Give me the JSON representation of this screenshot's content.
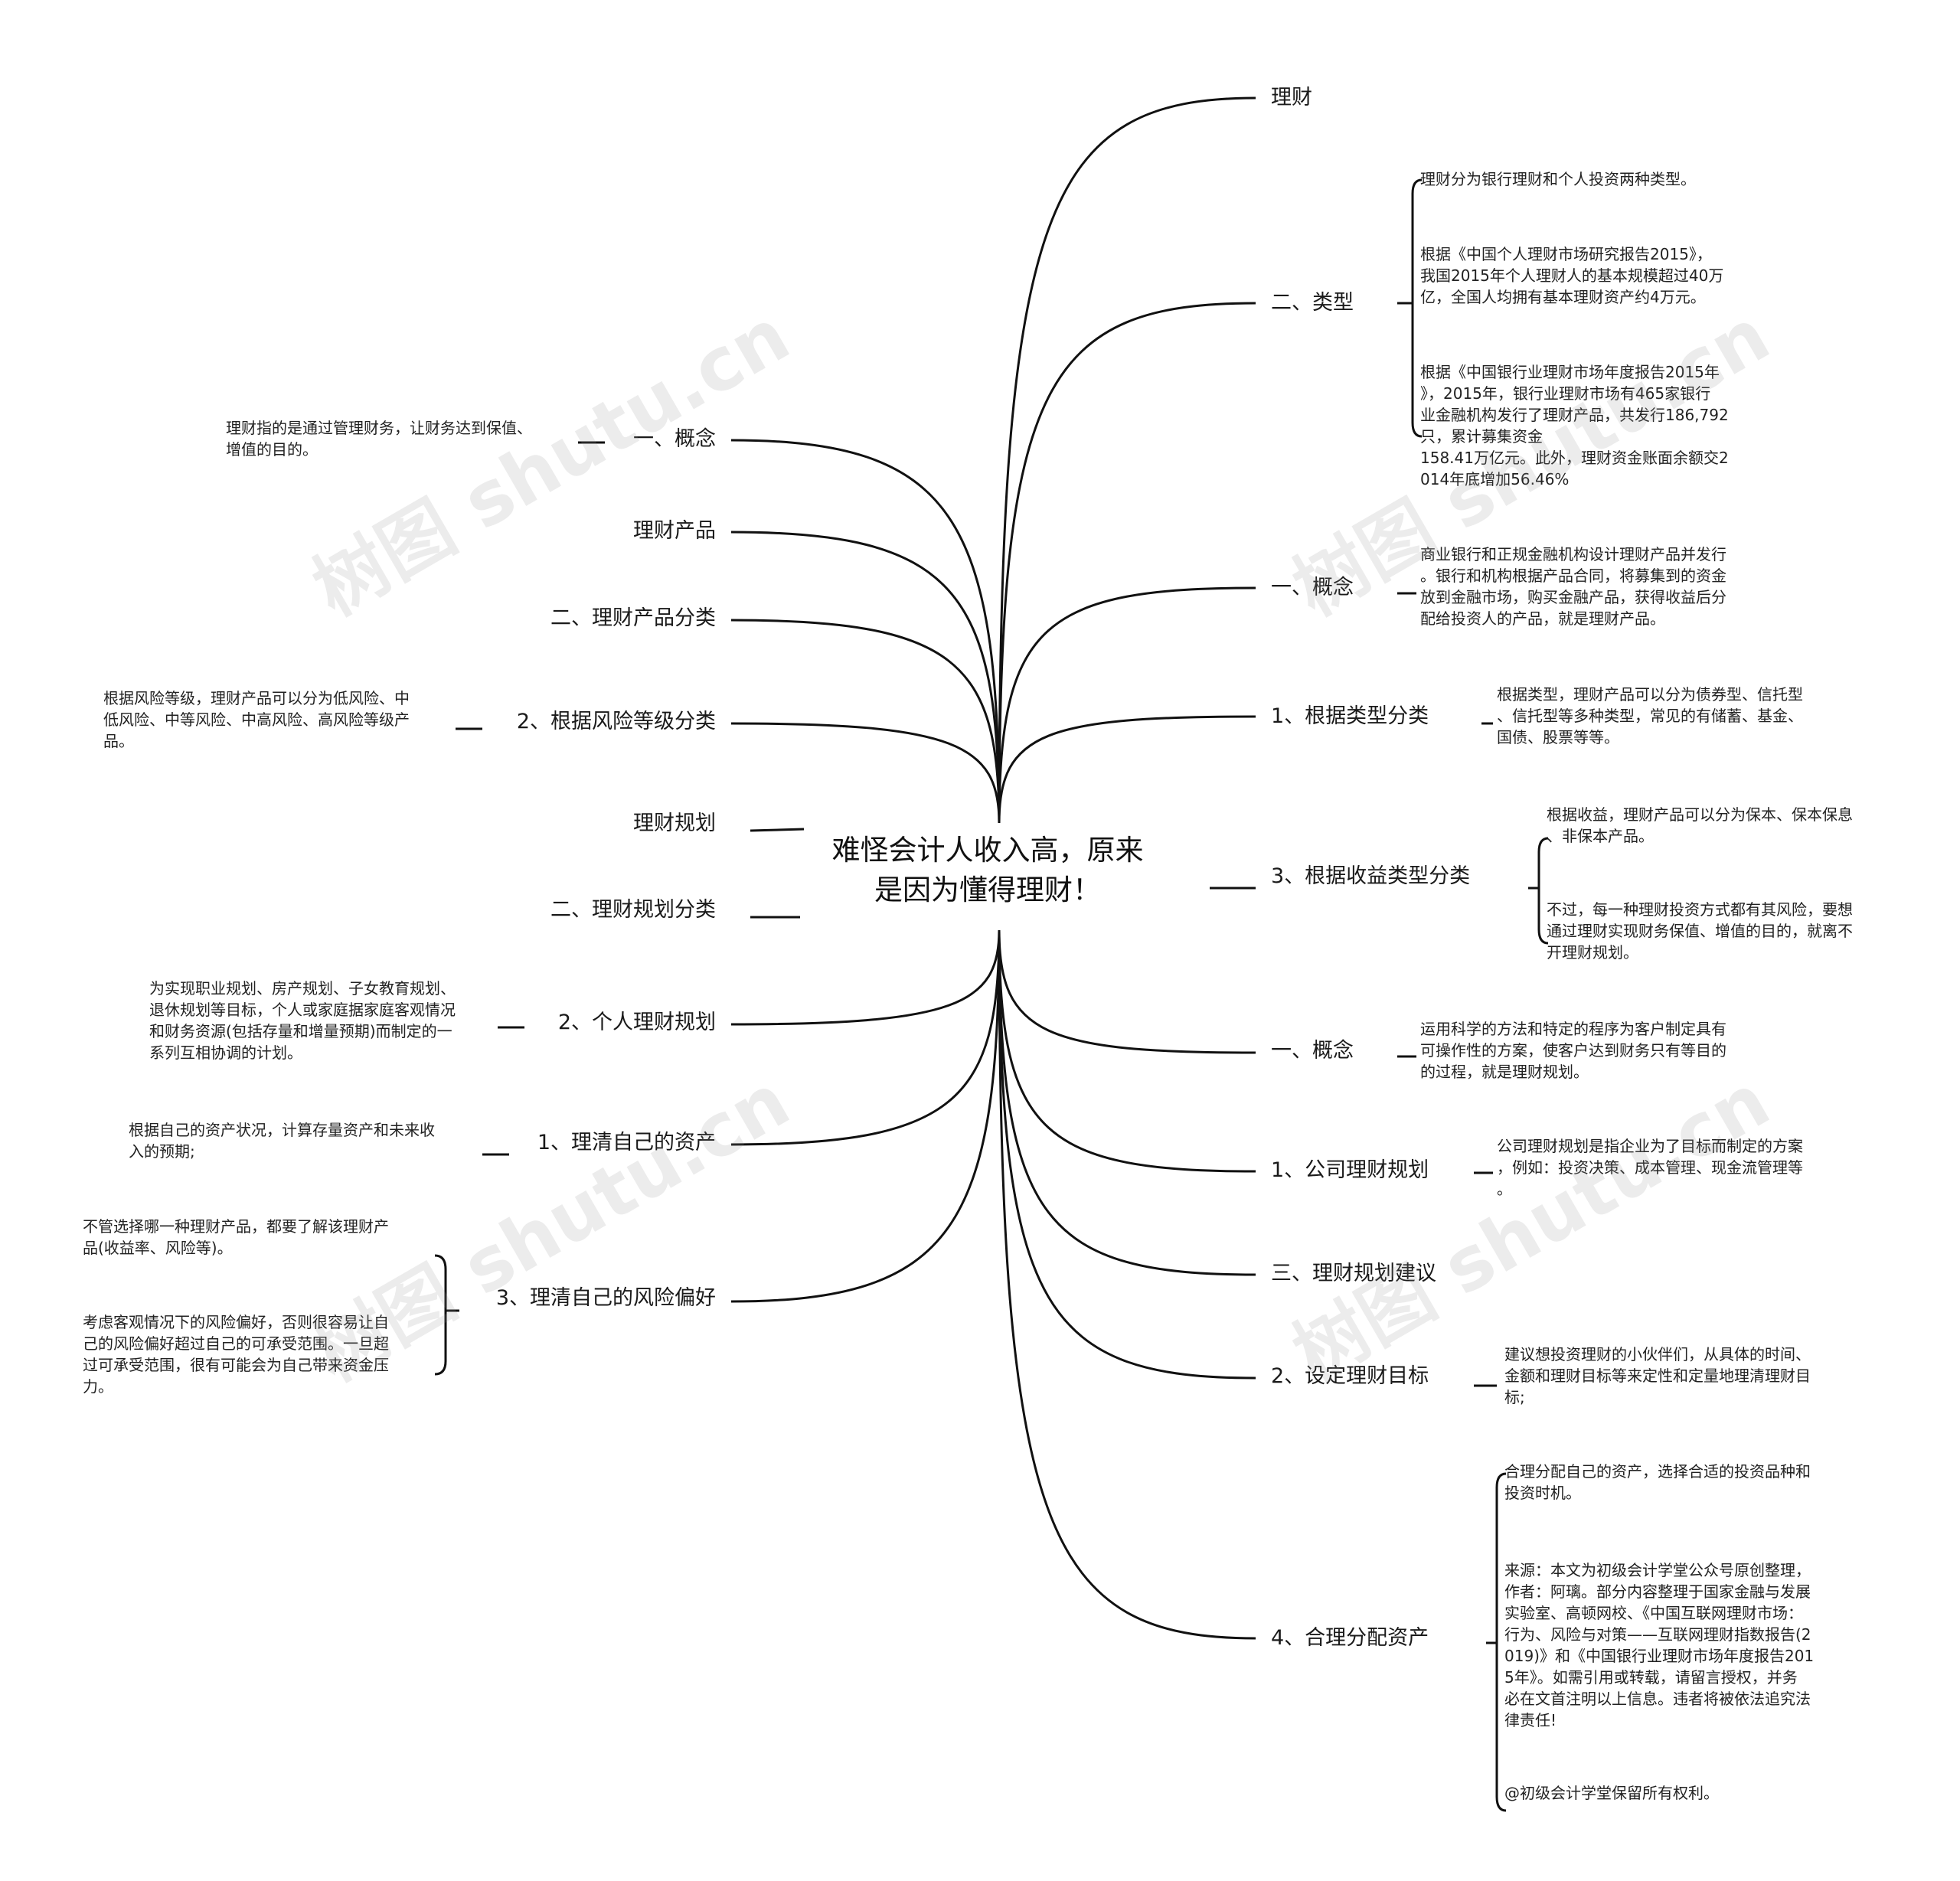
{
  "center": "难怪会计人收入高，原来\n是因为懂得理财！",
  "right": {
    "licai": "理财",
    "leixing": {
      "label": "二、类型",
      "notes": [
        "理财分为银行理财和个人投资两种类型。",
        "根据《中国个人理财市场研究报告2015》，\n我国2015年个人理财人的基本规模超过40万\n亿，全国人均拥有基本理财资产约4万元。",
        "根据《中国银行业理财市场年度报告2015年\n》，2015年，银行业理财市场有465家银行\n业金融机构发行了理财产品，共发行186,792\n只，累计募集资金\n158.41万亿元。此外，理财资金账面余额交2\n014年底增加56.46%"
      ]
    },
    "gainian1": {
      "label": "一、概念",
      "note": "商业银行和正规金融机构设计理财产品并发行\n。银行和机构根据产品合同，将募集到的资金\n放到金融市场，购买金融产品，获得收益后分\n配给投资人的产品，就是理财产品。"
    },
    "leixing_fenlei": {
      "label": "1、根据类型分类",
      "note": "根据类型，理财产品可以分为债券型、信托型\n、信托型等多种类型，常见的有储蓄、基金、\n国债、股票等等。"
    },
    "shouyi": {
      "label": "3、根据收益类型分类",
      "notes": [
        "根据收益，理财产品可以分为保本、保本保息\n、非保本产品。",
        "不过，每一种理财投资方式都有其风险，要想\n通过理财实现财务保值、增值的目的，就离不\n开理财规划。"
      ]
    },
    "gainian2": {
      "label": "一、概念",
      "note": "运用科学的方法和特定的程序为客户制定具有\n可操作性的方案，使客户达到财务只有等目的\n的过程，就是理财规划。"
    },
    "gongsi": {
      "label": "1、公司理财规划",
      "note": "公司理财规划是指企业为了目标而制定的方案\n，例如：投资决策、成本管理、现金流管理等\n。"
    },
    "jianyi": "三、理财规划建议",
    "mubiao": {
      "label": "2、设定理财目标",
      "note": "建议想投资理财的小伙伴们，从具体的时间、\n金额和理财目标等来定性和定量地理清理财目\n标;"
    },
    "fenpei": {
      "label": "4、合理分配资产",
      "notes": [
        "合理分配自己的资产，选择合适的投资品种和\n投资时机。",
        "来源：本文为初级会计学堂公众号原创整理，\n作者：阿璃。部分内容整理于国家金融与发展\n实验室、高顿网校、《中国互联网理财市场：\n行为、风险与对策——互联网理财指数报告(2\n019)》和《中国银行业理财市场年度报告201\n5年》。如需引用或转载，请留言授权，并务\n必在文首注明以上信息。违者将被依法追究法\n律责任!",
        "@初级会计学堂保留所有权利。"
      ]
    }
  },
  "left": {
    "gainian": {
      "label": "一、概念",
      "note": "理财指的是通过管理财务，让财务达到保值、\n增值的目的。"
    },
    "chanpin": "理财产品",
    "chanpin_fenlei": "二、理财产品分类",
    "fengxian": {
      "label": "2、根据风险等级分类",
      "note": "根据风险等级，理财产品可以分为低风险、中\n低风险、中等风险、中高风险、高风险等级产\n品。"
    },
    "guihua": "理财规划",
    "guihua_fenlei": "二、理财规划分类",
    "geren": {
      "label": "2、个人理财规划",
      "note": "为实现职业规划、房产规划、子女教育规划、\n退休规划等目标，个人或家庭据家庭客观情况\n和财务资源(包括存量和增量预期)而制定的一\n系列互相协调的计划。"
    },
    "zichan": {
      "label": "1、理清自己的资产",
      "note": "根据自己的资产状况，计算存量资产和未来收\n入的预期;"
    },
    "pianhao": {
      "label": "3、理清自己的风险偏好",
      "notes": [
        "不管选择哪一种理财产品，都要了解该理财产\n品(收益率、风险等)。",
        "考虑客观情况下的风险偏好，否则很容易让自\n己的风险偏好超过自己的可承受范围。一旦超\n过可承受范围，很有可能会为自己带来资金压\n力。"
      ]
    }
  },
  "watermark": "树图 shutu.cn"
}
